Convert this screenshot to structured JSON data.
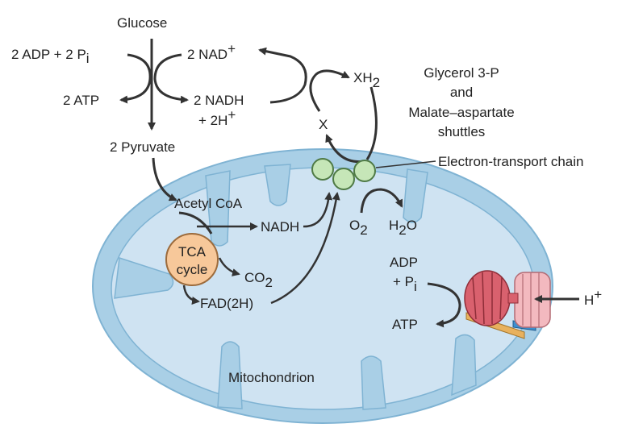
{
  "colors": {
    "mito_outer": "#a9cfe6",
    "mito_outer_stroke": "#7fb3d3",
    "mito_inner": "#cfe3f2",
    "cristae": "#a9cfe6",
    "arrow": "#333333",
    "tca_fill": "#f7c89a",
    "tca_stroke": "#9c6b3c",
    "etc_fill": "#c6e6b8",
    "etc_stroke": "#4f7a45",
    "atp_synthase_red": "#d9616e",
    "atp_synthase_pink": "#f3b9bf",
    "atp_stalk_orange": "#e8b15e",
    "atp_stalk_blue": "#3c8fd0"
  },
  "labels": {
    "glucose": "Glucose",
    "adp_pi_left": "2 ADP + 2 P",
    "adp_pi_left_sub": "i",
    "atp_left": "2 ATP",
    "nad_plus": "2 NAD",
    "nad_plus_sup": "+",
    "nadh": "2 NADH",
    "two_h": "+ 2H",
    "two_h_sup": "+",
    "xh2": "XH",
    "xh2_sub": "2",
    "x": "X",
    "shuttle_line1": "Glycerol 3-P",
    "shuttle_line2": "and",
    "shuttle_line3": "Malate–aspartate",
    "shuttle_line4": "shuttles",
    "pyruvate": "2 Pyruvate",
    "etc": "Electron-transport chain",
    "acetyl_coa": "Acetyl CoA",
    "nadh_inner": "NADH",
    "tca_line1": "TCA",
    "tca_line2": "cycle",
    "co2": "CO",
    "co2_sub": "2",
    "fad": "FAD(2H)",
    "o2": "O",
    "o2_sub": "2",
    "h2o_h": "H",
    "h2o_sub": "2",
    "h2o_o": "O",
    "adp": "ADP",
    "pi": "+ P",
    "pi_sub": "i",
    "atp_inner": "ATP",
    "h_plus": "H",
    "h_plus_sup": "+",
    "mitochondrion": "Mitochondrion"
  }
}
